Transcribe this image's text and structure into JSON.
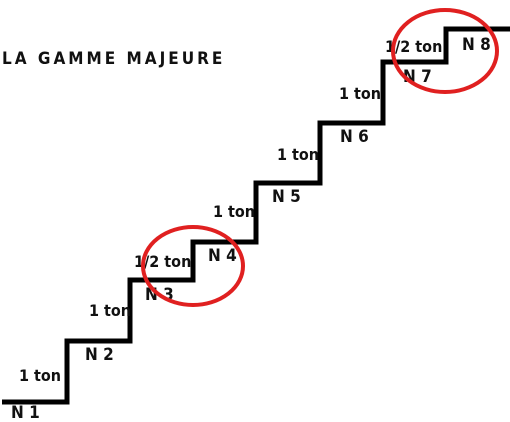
{
  "title": "LA GAMME MAJEURE",
  "notes": [
    "N 1",
    "N 2",
    "N 3",
    "N 4",
    "N 5",
    "N 6",
    "N 7",
    "N 8"
  ],
  "intervals": [
    "1 ton",
    "1 ton",
    "1/2 ton",
    "1 ton",
    "1 ton",
    "1 ton",
    "1/2 ton"
  ],
  "colors": {
    "staircase": "#000000",
    "highlight": "#e02020",
    "text": "#111111"
  }
}
